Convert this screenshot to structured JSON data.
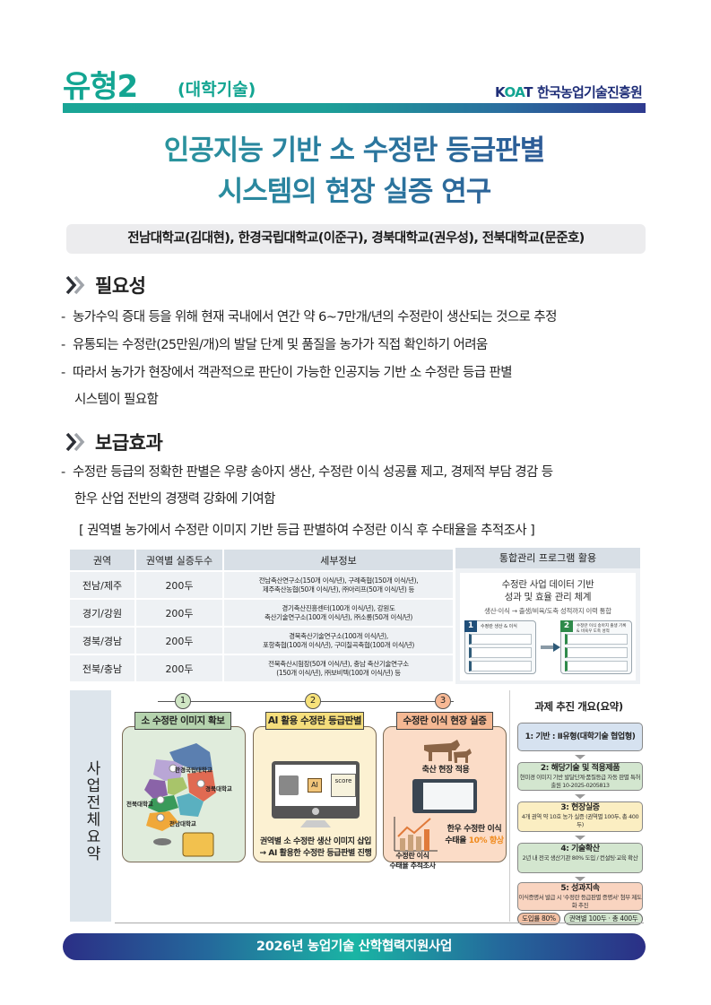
{
  "header": {
    "type_title": "유형2",
    "type_sub": "(대학기술)",
    "org_logo": "KOAT",
    "org_name": "한국농업기술진흥원",
    "accent_color": "#13a592",
    "navy_color": "#1f2e78"
  },
  "title": {
    "line1": "인공지능 기반 소 수정란 등급판별",
    "line2": "시스템의 현장 실증 연구"
  },
  "authors": "전남대학교(김대현), 한경국립대학교(이준구), 경북대학교(권우성), 전북대학교(문준호)",
  "necessity": {
    "heading": "필요성",
    "bullets": [
      "농가수익 증대 등을 위해 현재 국내에서 연간 약 6~7만개/년의 수정란이 생산되는 것으로 추정",
      "유통되는 수정란(25만원/개)의 발달 단계 및 품질을 농가가 직접 확인하기 어려움",
      "따라서 농가가 현장에서 객관적으로 판단이 가능한 인공지능 기반 소 수정란 등급 판별"
    ],
    "continuation": "시스템이 필요함"
  },
  "effects": {
    "heading": "보급효과",
    "bullets": [
      "수정란 등급의 정확한 판별은 우량 송아지 생산, 수정란 이식 성공률 제고, 경제적 부담 경감 등"
    ],
    "continuation": "한우 산업 전반의 경쟁력 강화에 기여함",
    "caption": "[ 권역별 농가에서 수정란 이미지 기반 등급 판별하여 수정란 이식 후 수태율을 추적조사 ]"
  },
  "region_table": {
    "headers": [
      "권역",
      "권역별 실증두수",
      "세부정보"
    ],
    "rows": [
      {
        "region": "전남/제주",
        "count": "200두",
        "detail1": "전남축산연구소(150개 이식/년), 구례축협(150개 이식/년),",
        "detail2": "제주축산농협(50개 이식/년), ㈜아리프(50개 이식/년) 등"
      },
      {
        "region": "경기/강원",
        "count": "200두",
        "detail1": "경기축산진흥센터(100개 이식/년), 강원도",
        "detail2": "축산기술연구소(100개 이식/년), ㈜소롱(50개 이식/년)"
      },
      {
        "region": "경북/경남",
        "count": "200두",
        "detail1": "경북축산기술연구소(100개 이식/년),",
        "detail2": "포항축협(100개 이식/년), 구미칠곡축협(100개 이식/년)"
      },
      {
        "region": "전북/충남",
        "count": "200두",
        "detail1": "전북축산시험장(50개 이식/년), 충남 축산기술연구소",
        "detail2": "(150개 이식/년), ㈜보비텍(100개 이식/년) 등"
      }
    ]
  },
  "program": {
    "header": "통합관리 프로그램 활용",
    "title1": "수정란 사업 데이터 기반",
    "title2": "성과 및 효율 관리 체계",
    "subtitle": "생산·이식 → 출생/비육/도축 성적까지 이력 통합",
    "box1_num": "1",
    "box1_title": "수정란 생산 & 이식",
    "box2_num": "2",
    "box2_title": "수정란 이식 송아지 출생 기록 & 비육우 도축 성적"
  },
  "summary": {
    "side_label": "사업전체요약",
    "steps": [
      "1",
      "2",
      "3"
    ],
    "panels": [
      {
        "ribbon": "소 수정란 이미지 확보",
        "labels": [
          "한경국립대학교",
          "경북대학교",
          "전북대학교",
          "전남대학교"
        ]
      },
      {
        "ribbon": "AI 활용 수정란 등급판별",
        "screen_ai": "AI",
        "screen_score": "score",
        "caption1": "권역별 소 수정란 생산 이미지 삽입",
        "caption2": "→ AI 활용한 수정란 등급판별 진행"
      },
      {
        "ribbon": "수정란 이식 현장 실증",
        "field": "축산 현장 적용",
        "result1": "한우 수정란 이식",
        "result2_prefix": "수태율 ",
        "result2_highlight": "10% 향상",
        "track1": "수정란 이식",
        "track2": "수태율 추적조사"
      }
    ],
    "overview": {
      "heading": "과제 추진 개요(요약)",
      "boxes": [
        {
          "title": "1: 기반 : Ⅱ유형(대학기술 협업형)",
          "desc": "",
          "color": "#d6e2f0"
        },
        {
          "title": "2: 해당기술 및 적용제품",
          "desc": "현미경 이미지 기반 발달단계·품질등급 자동 판별 특허출원 10-2025-0205813",
          "color": "#d3e6cf"
        },
        {
          "title": "3: 현장실증",
          "desc": "4개 권역 약 10호 농가 실증 (권역별 100두, 총 400두)",
          "color": "#fbeec2"
        },
        {
          "title": "4: 기술확산",
          "desc": "2년 내 전국 생산기관 80% 도입 / 컨설팅·교육 확산",
          "color": "#d3e6cf"
        },
        {
          "title": "5: 성과지속",
          "desc": "이식증명서 발급 시 '수정란 등급판별 증명서' 첨부 제도화 추진",
          "color": "#f9d4c0"
        }
      ],
      "pill1": "도입률 80%",
      "pill2": "권역별 100두 · 총 400두"
    }
  },
  "footer": "2026년 농업기술 산학협력지원사업"
}
